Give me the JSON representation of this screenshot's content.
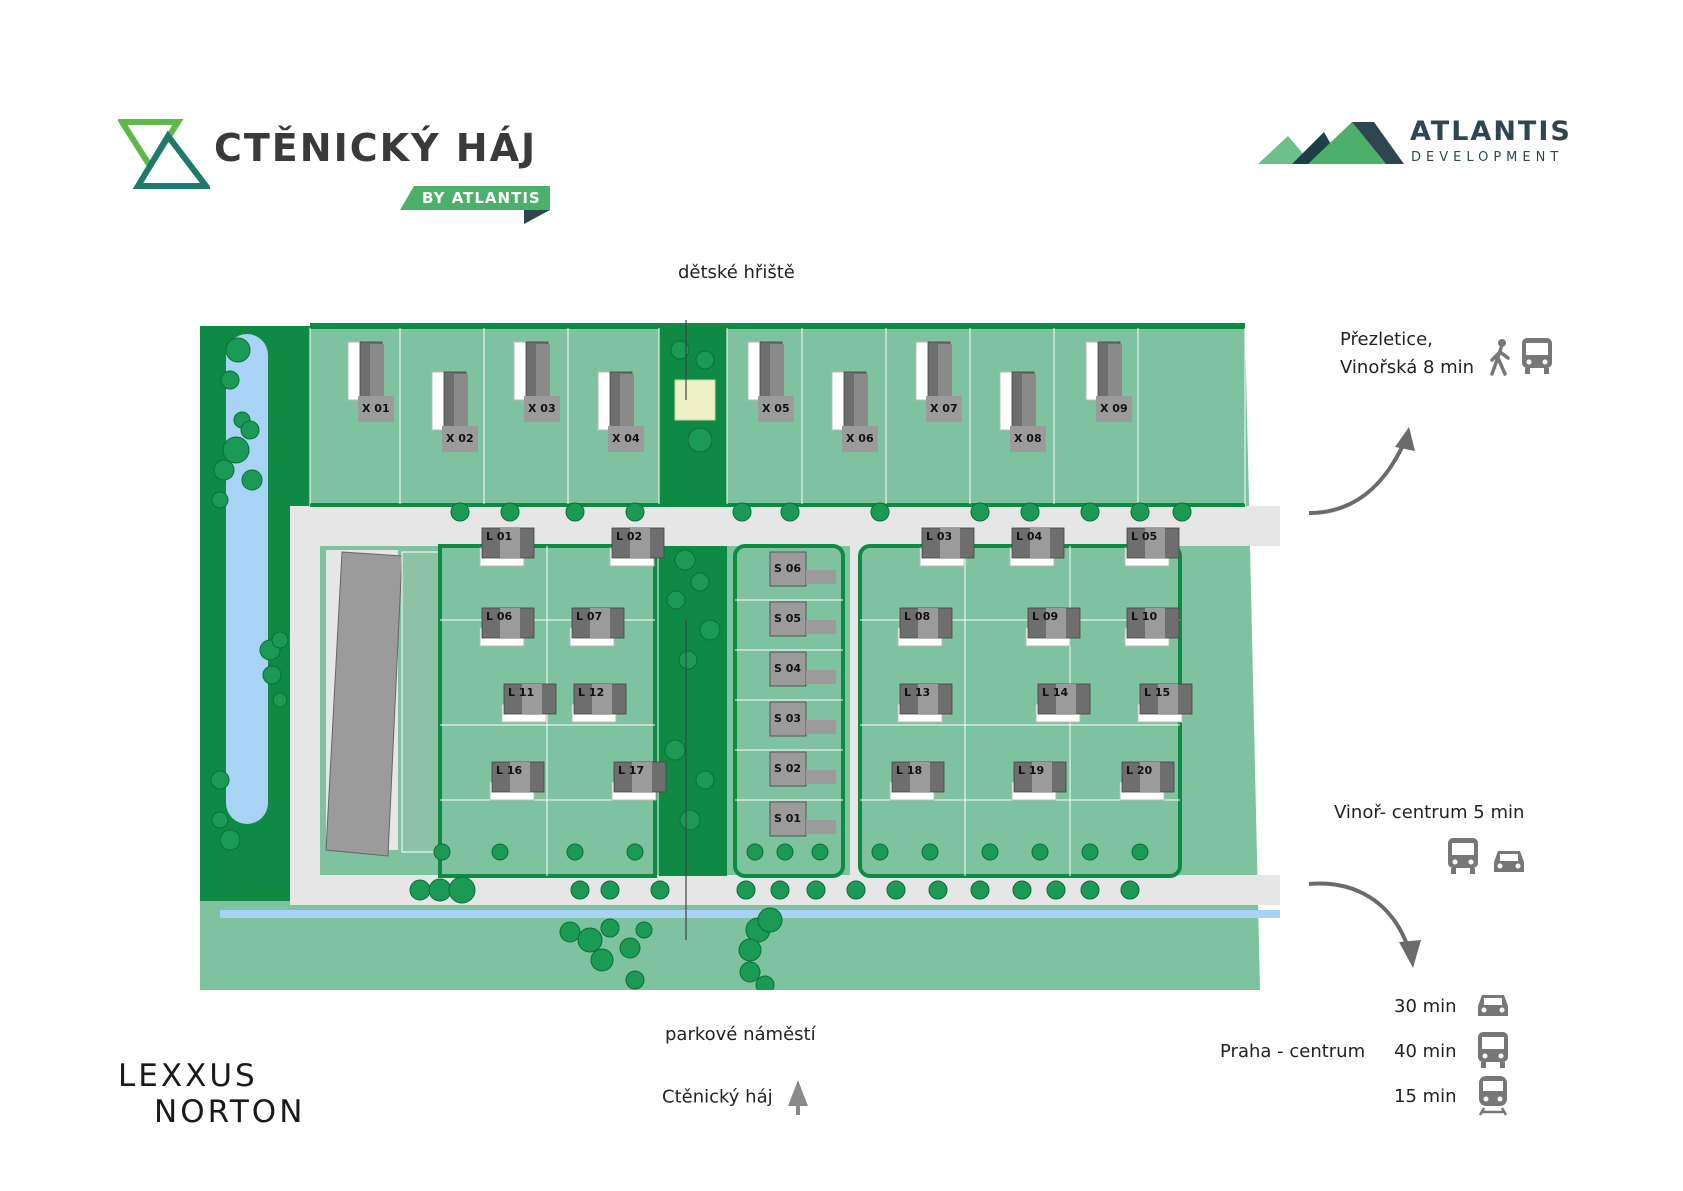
{
  "brand": {
    "title": "CTĚNICKÝ HÁJ",
    "badge": "BY ATLANTIS",
    "developer_title": "ATLANTIS",
    "developer_sub": "DEVELOPMENT",
    "agency_line1": "LEXXUS",
    "agency_line2": "NORTON"
  },
  "colors": {
    "lawn": "#7fc29f",
    "dark_green": "#0f8a44",
    "road": "#e6e6e6",
    "water": "#a8d3f5",
    "house_dark": "#6e6e6e",
    "house_mid": "#9b9b9b",
    "brand_green": "#4cb06b",
    "brand_navy": "#2f4650"
  },
  "map": {
    "playground_label": "dětské hřiště",
    "park_square_label": "parkové náměstí",
    "forest_label": "Ctěnický háj",
    "plots_x": [
      "X 01",
      "X 02",
      "X 03",
      "X 04",
      "X 05",
      "X 06",
      "X 07",
      "X 08",
      "X 09"
    ],
    "plots_l": [
      "L 01",
      "L 02",
      "L 03",
      "L 04",
      "L 05",
      "L 06",
      "L 07",
      "L 08",
      "L 09",
      "L 10",
      "L 11",
      "L 12",
      "L 13",
      "L 14",
      "L 15",
      "L 16",
      "L 17",
      "L 18",
      "L 19",
      "L 20"
    ],
    "plots_s": [
      "S 06",
      "S 05",
      "S 04",
      "S 03",
      "S 02",
      "S 01"
    ]
  },
  "travel": {
    "north_line1": "Přezletice,",
    "north_line2": "Vinořská 8 min",
    "vinor": "Vinoř- centrum 5 min",
    "praha_label": "Praha - centrum",
    "praha_car": "30 min",
    "praha_bus": "40 min",
    "praha_train": "15 min"
  },
  "icons": {
    "walk": "walk-icon",
    "bus": "bus-icon",
    "car": "car-icon",
    "train": "train-icon",
    "tree": "tree-icon"
  }
}
